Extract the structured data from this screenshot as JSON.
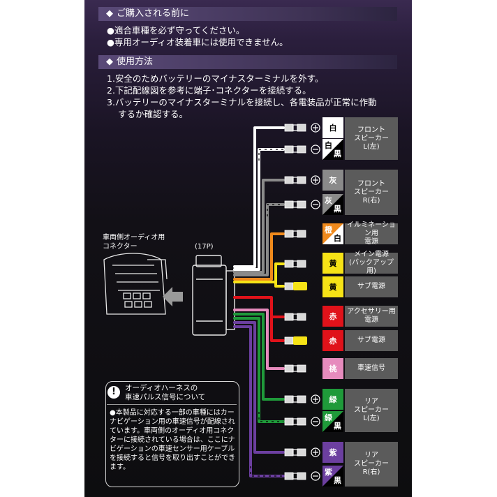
{
  "section1": {
    "title": "ご購入される前に",
    "bullets": [
      "●適合車種を必ず守ってください。",
      "●専用オーディオ装着車には使用できません。"
    ]
  },
  "section2": {
    "title": "使用方法",
    "steps": [
      "1.安全のためバッテリーのマイナスターミナルを外す。",
      "2.下記配線図を参考に端子･コネクターを接続する。",
      "3.バッテリーのマイナスターミナルを接続し、各電装品が正常に作動",
      "するか確認する。"
    ]
  },
  "diagram": {
    "car_connector_label": [
      "車両側オーディオ用",
      "コネクター"
    ],
    "pin_count": "(17P)",
    "colors": {
      "white": "#ffffff",
      "gray": "#8a8a8a",
      "orange": "#f08a1c",
      "yellow": "#f6e316",
      "red": "#e0121a",
      "pink": "#e68bbd",
      "green": "#1f9a3a",
      "purple": "#6c3fa0",
      "black": "#000000",
      "func_bg": "#5b5b5b"
    },
    "wires": [
      {
        "color": "白",
        "stripe": "",
        "sign": "⊕",
        "func": ""
      },
      {
        "color": "白",
        "stripe": "黒",
        "sign": "⊖",
        "func": ""
      },
      {
        "color": "灰",
        "stripe": "",
        "sign": "⊕",
        "func": ""
      },
      {
        "color": "灰",
        "stripe": "黒",
        "sign": "⊖",
        "func": ""
      },
      {
        "color": "橙",
        "stripe": "白",
        "sign": "",
        "func": "イルミネーション用電源"
      },
      {
        "color": "黄",
        "stripe": "",
        "sign": "",
        "func": "メイン電源(バックアップ用)"
      },
      {
        "color": "黄",
        "stripe": "",
        "sign": "",
        "func": "サブ電源"
      },
      {
        "color": "赤",
        "stripe": "",
        "sign": "",
        "func": "アクセサリー用電源"
      },
      {
        "color": "赤",
        "stripe": "",
        "sign": "",
        "func": "サブ電源"
      },
      {
        "color": "桃",
        "stripe": "",
        "sign": "",
        "func": "車速信号"
      },
      {
        "color": "緑",
        "stripe": "",
        "sign": "⊕",
        "func": ""
      },
      {
        "color": "緑",
        "stripe": "黒",
        "sign": "⊖",
        "func": ""
      },
      {
        "color": "紫",
        "stripe": "",
        "sign": "⊕",
        "func": ""
      },
      {
        "color": "紫",
        "stripe": "黒",
        "sign": "⊖",
        "func": ""
      }
    ],
    "speakers": {
      "front_left": [
        "フロント",
        "スピーカー",
        "L(左)"
      ],
      "front_right": [
        "フロント",
        "スピーカー",
        "R(右)"
      ],
      "rear_left": [
        "リア",
        "スピーカー",
        "L(左)"
      ],
      "rear_right": [
        "リア",
        "スピーカー",
        "R(右)"
      ]
    },
    "func_labels": {
      "illumi": [
        "イルミネーション用",
        "電源"
      ],
      "main": [
        "メイン電源",
        "(バックアップ用)"
      ],
      "sub1": [
        "サブ電源"
      ],
      "acc": [
        "アクセサリー用",
        "電源"
      ],
      "sub2": [
        "サブ電源"
      ],
      "speed": [
        "車速信号"
      ]
    }
  },
  "note": {
    "icon": "exclamation-icon",
    "title": [
      "オーディオハーネスの",
      "車速パルス信号について"
    ],
    "body": "●本製品に対応する一部の車種にはカーナビゲーション用の車速信号が配線されています。車両側のオーディオ用コネクターに接続されている場合は、ここにナビゲーションの車速センサー用ケーブルを接続すると信号を取り出すことができます。"
  }
}
